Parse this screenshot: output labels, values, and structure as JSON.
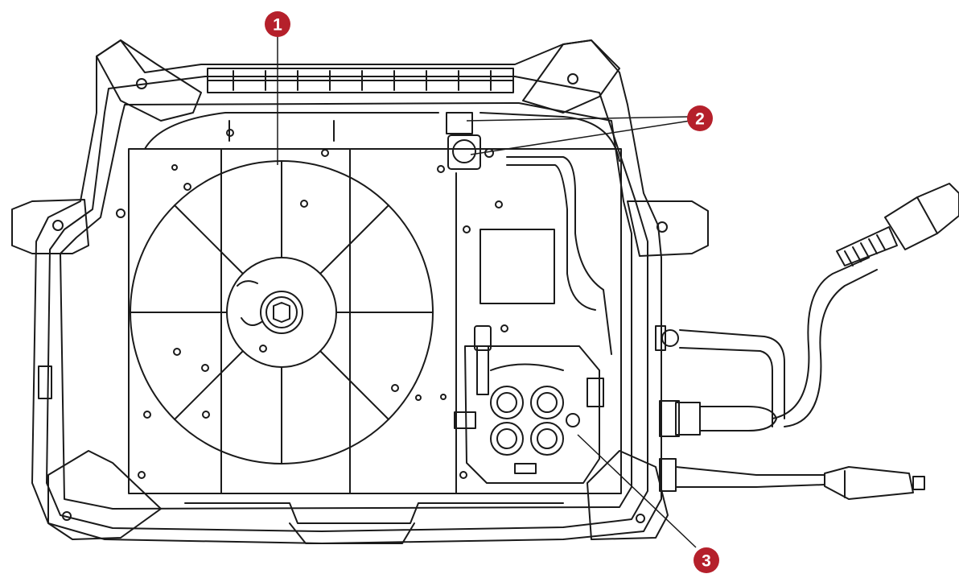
{
  "callouts": [
    {
      "number": "1",
      "target": "wire-spool"
    },
    {
      "number": "2",
      "target": "gas-valve"
    },
    {
      "number": "3",
      "target": "wire-feed-mechanism"
    }
  ],
  "colors": {
    "callout": "#b5202b",
    "line": "#1a1a1a",
    "fill": "#ffffff"
  }
}
